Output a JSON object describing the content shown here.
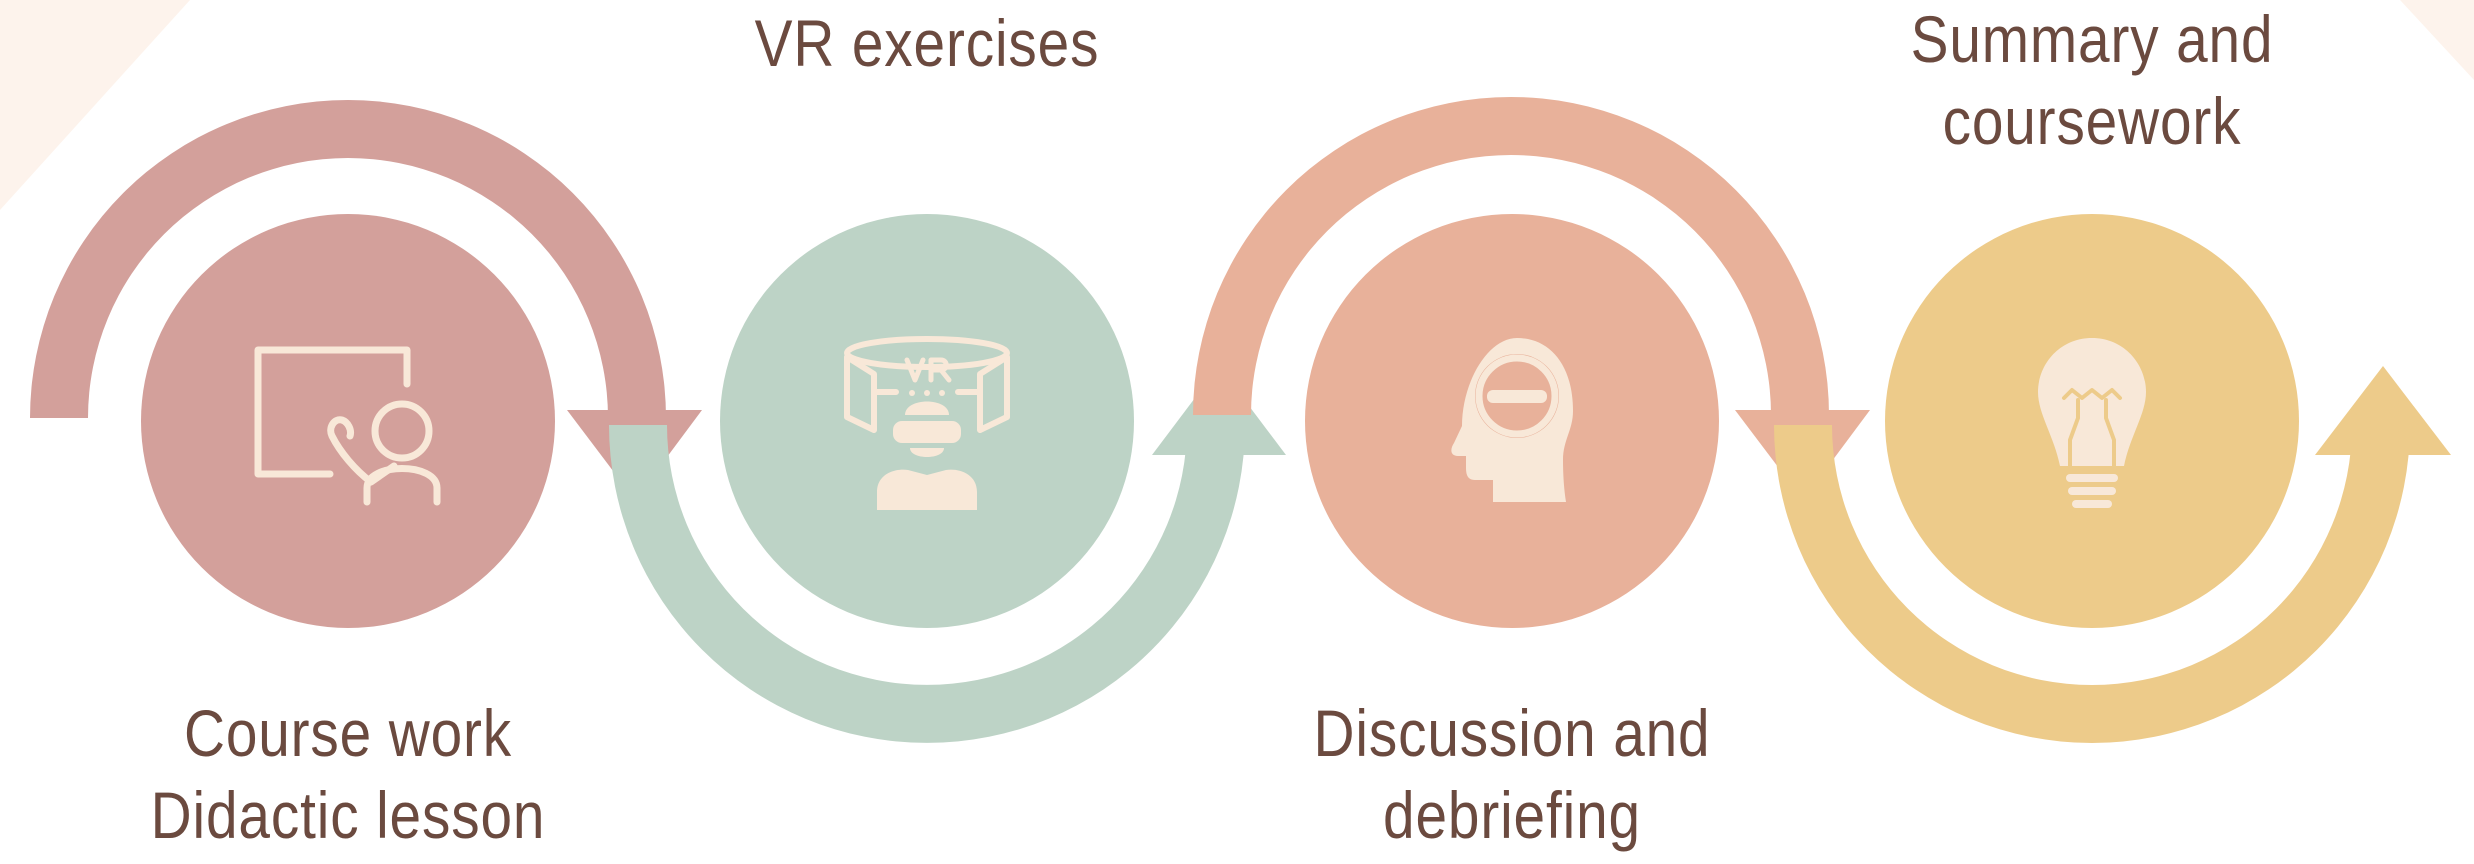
{
  "colors": {
    "rose": "#d3a09b",
    "sage": "#bdd3c6",
    "salmon": "#e8b19a",
    "gold": "#edcb8a",
    "cream": "#f8e8d8",
    "text": "#6b4a3f",
    "corner": "#fdf3ec"
  },
  "steps": [
    {
      "lines": [
        "Course work",
        "Didactic lesson"
      ],
      "icon": "teacher-whiteboard-icon",
      "color": "#d3a09b"
    },
    {
      "lines": [
        "VR exercises"
      ],
      "icon": "vr-headset-icon",
      "color": "#bdd3c6"
    },
    {
      "lines": [
        "Discussion and",
        "debriefing"
      ],
      "icon": "head-mind-icon",
      "color": "#e8b19a"
    },
    {
      "lines": [
        "Summary and",
        "coursework"
      ],
      "icon": "lightbulb-icon",
      "color": "#edcb8a"
    }
  ]
}
